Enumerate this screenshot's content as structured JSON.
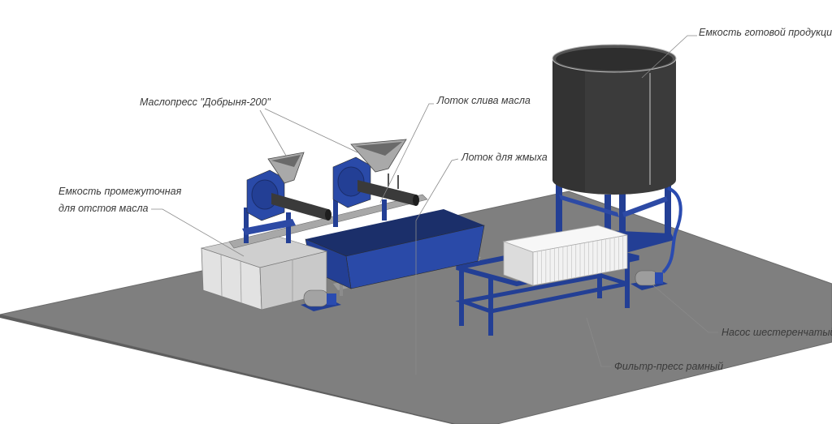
{
  "labels": {
    "finished_tank": "Емкость готовой продукции",
    "oil_press": "Маслопресс \"Добрыня-200\"",
    "oil_drain_tray": "Лоток слива масла",
    "cake_tray": "Лоток для жмыха",
    "intermediate_tank_line1": "Емкость промежуточная",
    "intermediate_tank_line2": "для отстоя масла",
    "gear_pump": "Насос шестеренчатый",
    "filter_press": "Фильтр-пресс рамный"
  },
  "colors": {
    "floor": "#7f7f7f",
    "equipment_blue": "#233f95",
    "tank_dark": "#3b3b3b",
    "steel_light": "#d9d9d9",
    "filter_white": "#f2f2f2"
  }
}
